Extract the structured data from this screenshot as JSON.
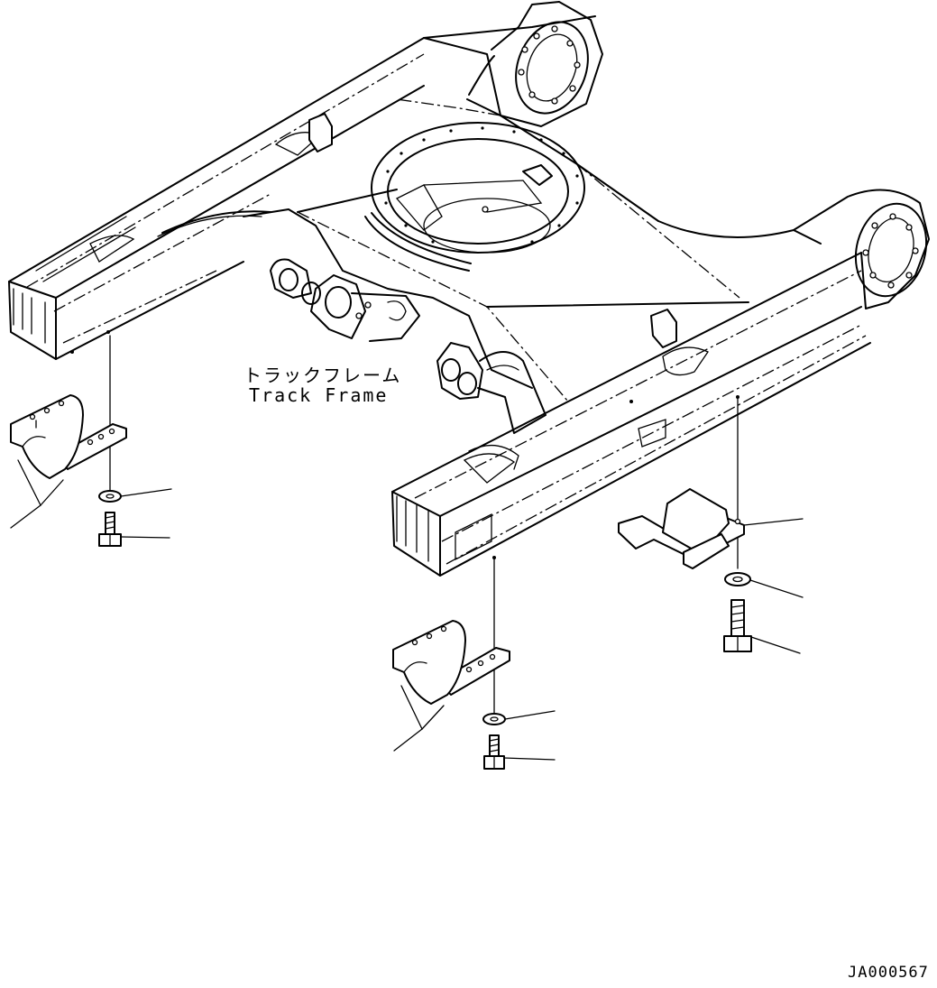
{
  "labels": {
    "track_frame_jp": "トラックフレーム",
    "track_frame_en": "Track Frame"
  },
  "figure_code": "JA000567",
  "colors": {
    "line": "#000000",
    "background": "#ffffff"
  },
  "icons": {
    "bolt": "hex-bolt-icon",
    "washer": "washer-icon",
    "guard": "track-guard-icon",
    "bracket": "guard-bracket-icon"
  }
}
